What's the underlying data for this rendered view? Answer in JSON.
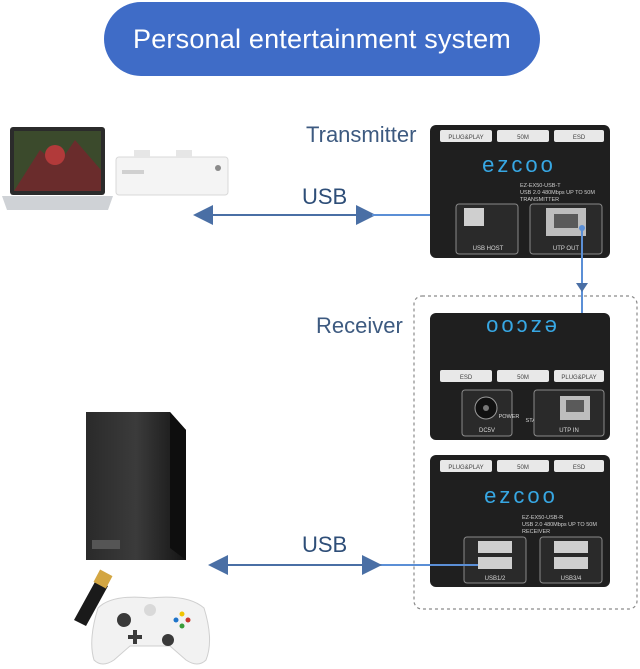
{
  "header": {
    "title": "Personal entertainment system"
  },
  "labels": {
    "transmitter": "Transmitter",
    "receiver": "Receiver",
    "usb_top": "USB",
    "usb_bottom": "USB"
  },
  "transmitter_box": {
    "brand": "ezcoo",
    "top_buttons": [
      "PLUG&PLAY",
      "50M",
      "ESD"
    ],
    "model_lines": [
      "EZ-EX50-USB-T",
      "USB 2.0 480Mbps UP TO 50M",
      "TRANSMITTER"
    ],
    "ports": [
      "USB HOST",
      "UTP OUT"
    ]
  },
  "receiver_front": {
    "brand": "ezcoo",
    "top_buttons": [
      "ESD",
      "50M",
      "PLUG&PLAY"
    ],
    "ports": [
      "DC5V",
      "POWER",
      "STATUS",
      "UTP IN"
    ]
  },
  "receiver_back": {
    "brand": "ezcoo",
    "top_buttons": [
      "PLUG&PLAY",
      "50M",
      "ESD"
    ],
    "model_lines": [
      "EZ-EX50-USB-R",
      "USB 2.0 480Mbps UP TO 50M",
      "RECEIVER"
    ],
    "ports": [
      "USB1/2",
      "USB3/4"
    ]
  },
  "colors": {
    "banner": "#3f6cc7",
    "arrow": "#4a6fa5",
    "cable": "#5b8fd6",
    "device": "#1e1e1e",
    "port_text": "#d8d8d8"
  }
}
